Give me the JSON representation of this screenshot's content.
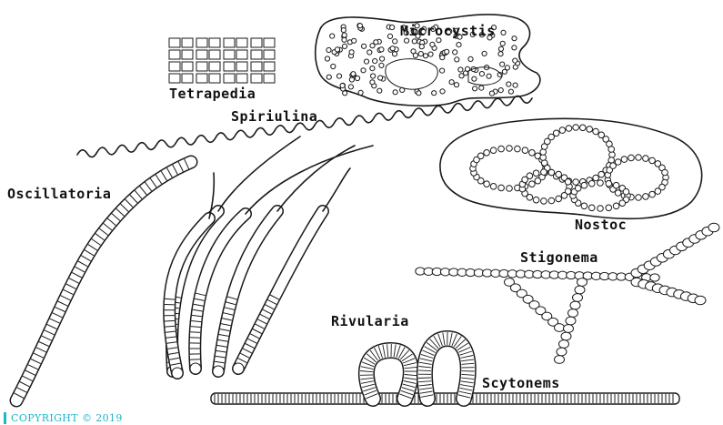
{
  "labels": {
    "microcystis": "Microcystis",
    "tetrapedia": "Tetrapedia",
    "spiriulina": "Spiriulina",
    "oscillatoria": "Oscillatoria",
    "nostoc": "Nostoc",
    "stigonema": "Stigonema",
    "rivularia": "Rivularia",
    "scytonems": "Scytonems"
  },
  "copyright": "COPYRIGHT © 2019"
}
